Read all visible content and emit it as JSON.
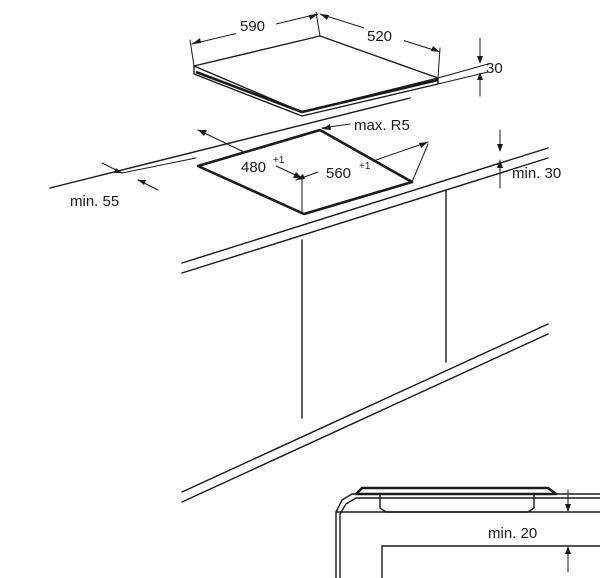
{
  "dimensions": {
    "hob_width": "590",
    "hob_depth": "520",
    "hob_height": "30",
    "corner_radius": "max. R5",
    "cutout_depth": "480",
    "cutout_depth_tol": "+1",
    "cutout_width": "560",
    "cutout_width_tol": "+1",
    "min_front_distance": "min. 55",
    "min_thickness": "min. 30",
    "min_clearance_below": "min. 20"
  }
}
